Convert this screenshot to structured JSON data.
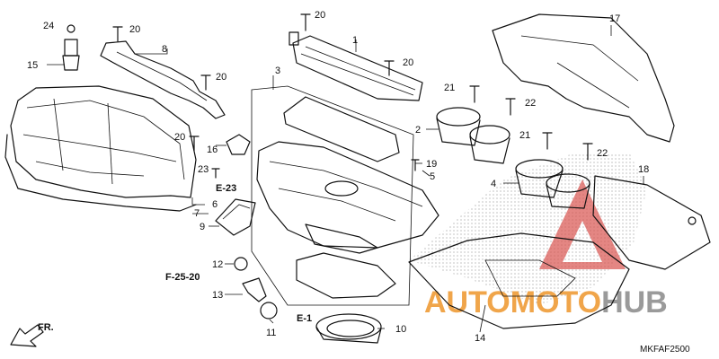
{
  "diagram_code": "MKFAF2500",
  "direction_label": "FR.",
  "watermark": {
    "part1": "AUTOMOTO",
    "part2": "HUB",
    "color1": "#f0a54a",
    "color2": "#9a9a9a",
    "triangle_color": "#d9534f"
  },
  "callouts": {
    "c1": "1",
    "c2": "2",
    "c3": "3",
    "c4": "4",
    "c5": "5",
    "c6": "6",
    "c7": "7",
    "c8": "8",
    "c9": "9",
    "c10": "10",
    "c11": "11",
    "c12": "12",
    "c13": "13",
    "c14": "14",
    "c15": "15",
    "c16": "16",
    "c17": "17",
    "c18": "18",
    "c19": "19",
    "c20a": "20",
    "c20b": "20",
    "c20c": "20",
    "c20d": "20",
    "c20e": "20",
    "c21a": "21",
    "c21b": "21",
    "c22a": "22",
    "c22b": "22",
    "c23": "23",
    "c24": "24"
  },
  "refs": {
    "e23": "E-23",
    "f2520": "F-25-20",
    "e1": "E-1"
  }
}
